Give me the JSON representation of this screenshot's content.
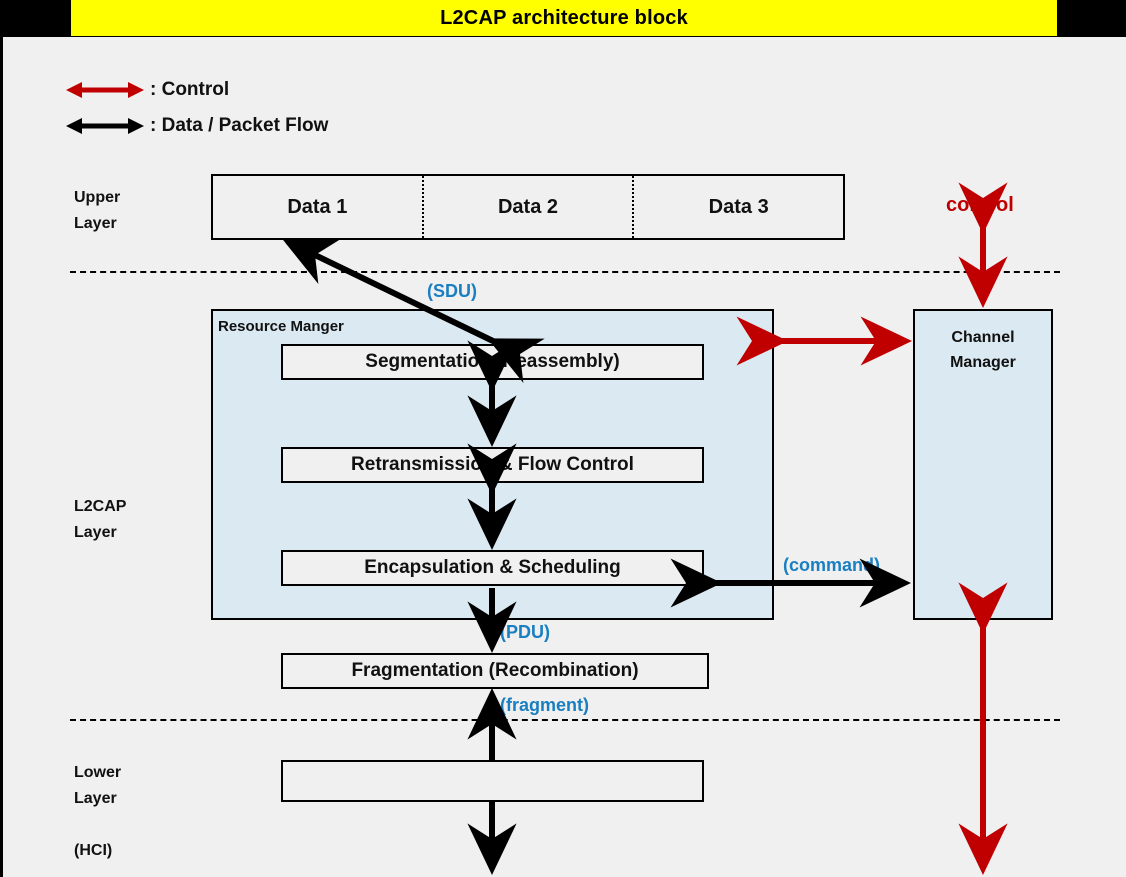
{
  "title": "L2CAP architecture block",
  "colors": {
    "title_bar": "#ffff00",
    "page_bg": "#f0f0f0",
    "control_arrow": "#c00000",
    "data_arrow": "#000000",
    "annotation": "#1a7fc1",
    "container_fill": "#dbeaf2"
  },
  "legend": {
    "items": [
      {
        "arrow": "control-arrow-red",
        "label": ": Control"
      },
      {
        "arrow": "data-arrow-black",
        "label": ": Data / Packet Flow"
      }
    ]
  },
  "layers": {
    "upper": "Upper\nLayer",
    "l2cap": "L2CAP\nLayer",
    "lower": "Lower\nLayer\n\n(HCI)"
  },
  "upper_layer": {
    "data_cells": [
      "Data 1",
      "Data 2",
      "Data 3"
    ]
  },
  "l2cap_layer": {
    "resource_manager_title": "Resource Manger",
    "blocks": [
      "Segmentation (Reassembly)",
      "Retransmission & Flow Control",
      "Encapsulation & Scheduling"
    ],
    "fragmentation_block": "Fragmentation (Recombination)",
    "channel_manager": "Channel\nManager"
  },
  "lower_layer": {
    "block": ""
  },
  "annotations": {
    "sdu": "(SDU)",
    "pdu": "(PDU)",
    "fragment": "(fragment)",
    "command": "(command)",
    "control": "control"
  }
}
